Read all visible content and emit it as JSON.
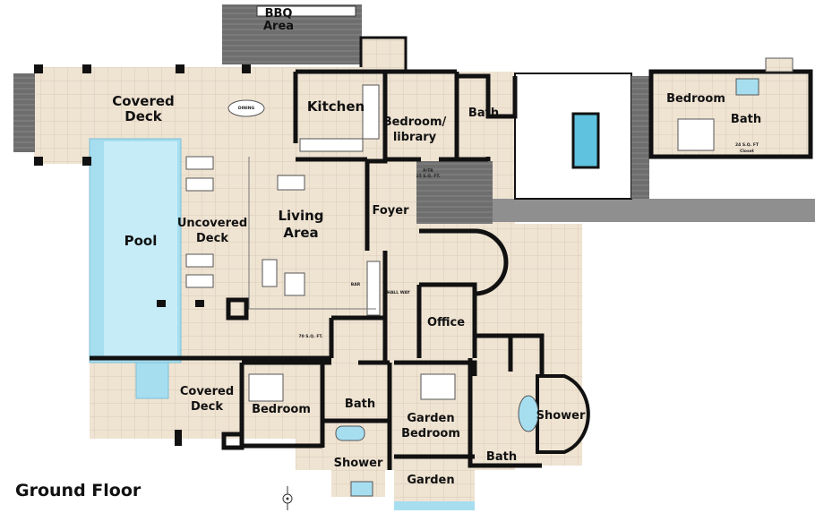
{
  "plan": {
    "title": "Ground Floor",
    "colors": {
      "floor": "#efe3d2",
      "grid": "#d9cbb8",
      "pool": "#a6def0",
      "pool_inner": "#c6ecf7",
      "paving": "#6b6b6b",
      "walkway": "#8f8f8f",
      "wall": "#111111"
    },
    "rooms": {
      "bbq": [
        "BBQ",
        "Area"
      ],
      "covered_deck_top": [
        "Covered",
        "Deck"
      ],
      "kitchen": "Kitchen",
      "bedroom_library": [
        "Bedroom/",
        "library"
      ],
      "bath_top": "Bath",
      "guest_bedroom": "Bedroom",
      "guest_bath": "Bath",
      "pool": "Pool",
      "uncovered_deck": [
        "Uncovered",
        "Deck"
      ],
      "living_area": [
        "Living",
        "Area"
      ],
      "foyer": "Foyer",
      "office": "Office",
      "covered_deck_bottom": [
        "Covered",
        "Deck"
      ],
      "bedroom": "Bedroom",
      "bath_mid": "Bath",
      "garden_bedroom": [
        "Garden",
        "Bedroom"
      ],
      "shower_right": "Shower",
      "shower_bottom": "Shower",
      "bath_bottom": "Bath",
      "garden": "Garden"
    },
    "small_labels": {
      "dining": "DINING",
      "ptr": [
        "P/TR",
        "25 S.Q. FT."
      ],
      "bar": "BAR",
      "hallway": "HALL WAY",
      "sqft70": "70 S.Q. FT.",
      "sqft24": "24 S.Q. FT",
      "closet": "Closet"
    },
    "icons": [
      "compass-icon"
    ]
  }
}
